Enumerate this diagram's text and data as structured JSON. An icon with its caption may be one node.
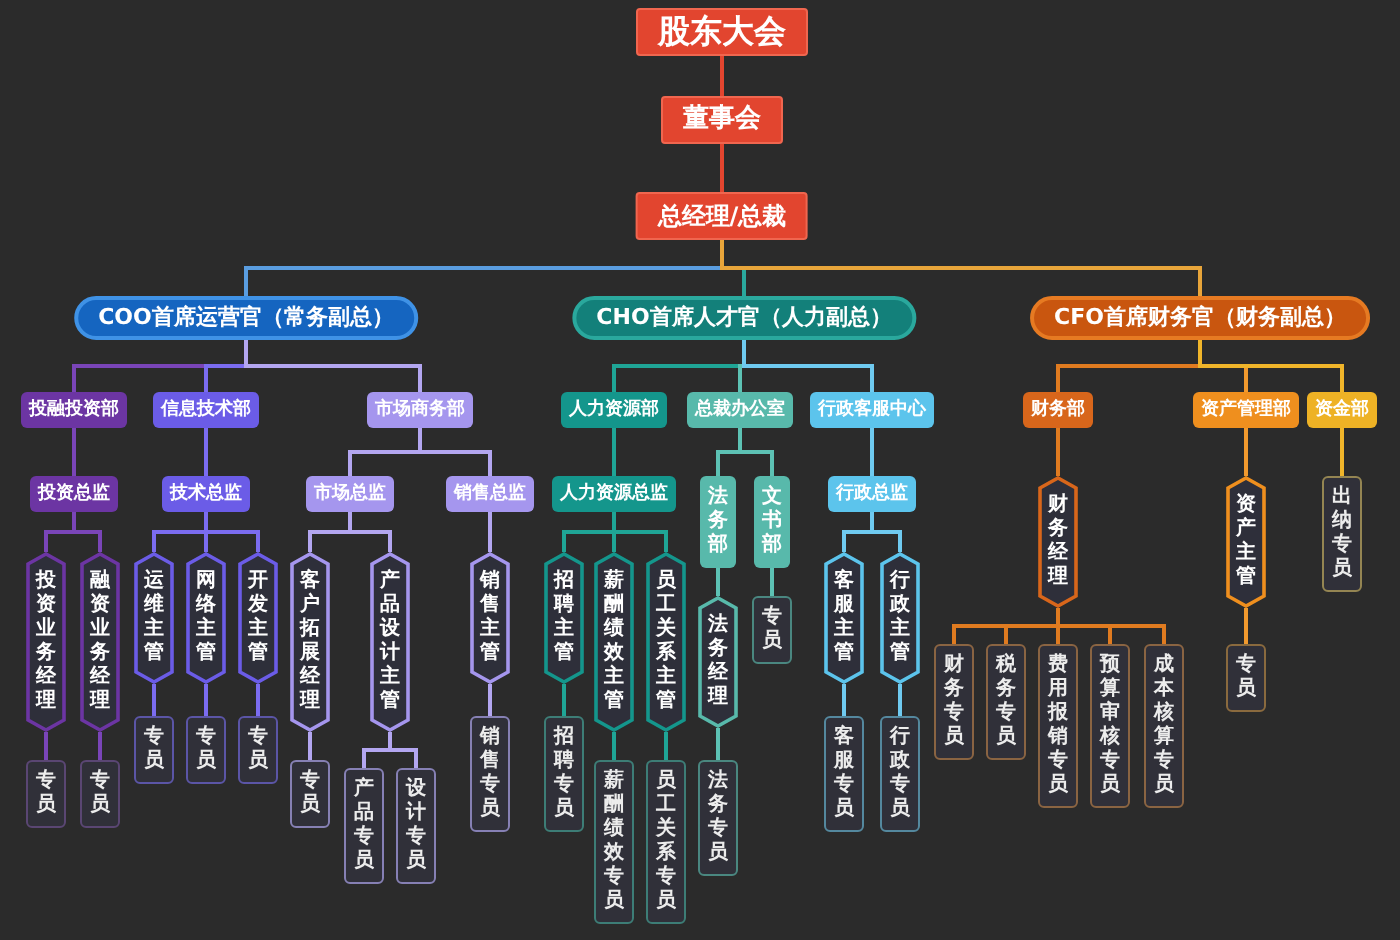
{
  "diagram": {
    "nodes": [
      {
        "text": [
          "股东大会"
        ]
      },
      {
        "text": [
          "董事会"
        ]
      },
      {
        "text": [
          "总经理/总裁"
        ]
      },
      {
        "text": [
          "COO首席运营官（常务副总）"
        ]
      },
      {
        "text": [
          "CHO首席人才官（人力副总）"
        ]
      },
      {
        "text": [
          "CFO首席财务官（财务副总）"
        ]
      },
      {
        "text": [
          "投融投资部"
        ]
      },
      {
        "text": [
          "信息技术部"
        ]
      },
      {
        "text": [
          "市场商务部"
        ]
      },
      {
        "text": [
          "投资总监"
        ]
      },
      {
        "text": [
          "技术总监"
        ]
      },
      {
        "text": [
          "市场总监"
        ]
      },
      {
        "text": [
          "销售总监"
        ]
      },
      {
        "text": [
          "投资业务经理"
        ]
      },
      {
        "text": [
          "融资业务经理"
        ]
      },
      {
        "text": [
          "运维主管"
        ]
      },
      {
        "text": [
          "网络主管"
        ]
      },
      {
        "text": [
          "开发主管"
        ]
      },
      {
        "text": [
          "客户拓展经理"
        ]
      },
      {
        "text": [
          "产品设计主管"
        ]
      },
      {
        "text": [
          "销售主管"
        ]
      },
      {
        "text": [
          "专员"
        ]
      },
      {
        "text": [
          "专员"
        ]
      },
      {
        "text": [
          "专员"
        ]
      },
      {
        "text": [
          "专员"
        ]
      },
      {
        "text": [
          "专员"
        ]
      },
      {
        "text": [
          "专员"
        ]
      },
      {
        "text": [
          "产品专员"
        ]
      },
      {
        "text": [
          "设计专员"
        ]
      },
      {
        "text": [
          "销售专员"
        ]
      },
      {
        "text": [
          "人力资源部"
        ]
      },
      {
        "text": [
          "总裁办公室"
        ]
      },
      {
        "text": [
          "行政客服中心"
        ]
      },
      {
        "text": [
          "人力资源总监"
        ]
      },
      {
        "text": [
          "法务部"
        ]
      },
      {
        "text": [
          "文书部"
        ]
      },
      {
        "text": [
          "行政总监"
        ]
      },
      {
        "text": [
          "招聘主管"
        ]
      },
      {
        "text": [
          "薪酬绩效主管"
        ]
      },
      {
        "text": [
          "员工关系主管"
        ]
      },
      {
        "text": [
          "法务经理"
        ]
      },
      {
        "text": [
          "专员"
        ]
      },
      {
        "text": [
          "客服主管"
        ]
      },
      {
        "text": [
          "行政主管"
        ]
      },
      {
        "text": [
          "招聘专员"
        ]
      },
      {
        "text": [
          "薪酬绩效专员"
        ]
      },
      {
        "text": [
          "员工关系专员"
        ]
      },
      {
        "text": [
          "法务专员"
        ]
      },
      {
        "text": [
          "客服专员"
        ]
      },
      {
        "text": [
          "行政专员"
        ]
      },
      {
        "text": [
          "财务部"
        ]
      },
      {
        "text": [
          "资产管理部"
        ]
      },
      {
        "text": [
          "资金部"
        ]
      },
      {
        "text": [
          "财务经理"
        ]
      },
      {
        "text": [
          "资产主管"
        ]
      },
      {
        "text": [
          "出纳专员"
        ]
      },
      {
        "text": [
          "财务专员"
        ]
      },
      {
        "text": [
          "税务专员"
        ]
      },
      {
        "text": [
          "费用报销专员"
        ]
      },
      {
        "text": [
          "预算审核专员"
        ]
      },
      {
        "text": [
          "成本核算专员"
        ]
      },
      {
        "text": [
          "专员"
        ]
      }
    ],
    "edges": [
      {
        "from": 0,
        "to": 1,
        "arrow": "none",
        "color": "#e2452f"
      },
      {
        "from": 1,
        "to": 2,
        "arrow": "none",
        "color": "#e2452f"
      },
      {
        "from": 2,
        "to": 3,
        "arrow": "none",
        "color": "#5a9de0"
      },
      {
        "from": 2,
        "to": 4,
        "arrow": "none",
        "color": "#2aa89d"
      },
      {
        "from": 2,
        "to": 5,
        "arrow": "none",
        "color": "#e8a53a"
      },
      {
        "from": 3,
        "to": 6,
        "arrow": "none",
        "color": "#7a45b8"
      },
      {
        "from": 3,
        "to": 7,
        "arrow": "none",
        "color": "#7b6cf0"
      },
      {
        "from": 3,
        "to": 8,
        "arrow": "none",
        "color": "#b3a6f0"
      },
      {
        "from": 6,
        "to": 9,
        "arrow": "none",
        "color": "#7a45b8"
      },
      {
        "from": 7,
        "to": 10,
        "arrow": "none",
        "color": "#7b6cf0"
      },
      {
        "from": 8,
        "to": 11,
        "arrow": "none",
        "color": "#b3a6f0"
      },
      {
        "from": 8,
        "to": 12,
        "arrow": "none",
        "color": "#b3a6f0"
      },
      {
        "from": 9,
        "to": 13,
        "arrow": "none",
        "color": "#7a45b8"
      },
      {
        "from": 9,
        "to": 14,
        "arrow": "none",
        "color": "#7a45b8"
      },
      {
        "from": 10,
        "to": 15,
        "arrow": "none",
        "color": "#7b6cf0"
      },
      {
        "from": 10,
        "to": 16,
        "arrow": "none",
        "color": "#7b6cf0"
      },
      {
        "from": 10,
        "to": 17,
        "arrow": "none",
        "color": "#7b6cf0"
      },
      {
        "from": 11,
        "to": 18,
        "arrow": "none",
        "color": "#b3a6f0"
      },
      {
        "from": 11,
        "to": 19,
        "arrow": "none",
        "color": "#b3a6f0"
      },
      {
        "from": 12,
        "to": 20,
        "arrow": "none",
        "color": "#b3a6f0"
      },
      {
        "from": 13,
        "to": 21,
        "arrow": "none",
        "color": "#7a45b8"
      },
      {
        "from": 14,
        "to": 22,
        "arrow": "none",
        "color": "#7a45b8"
      },
      {
        "from": 15,
        "to": 23,
        "arrow": "none",
        "color": "#7b6cf0"
      },
      {
        "from": 16,
        "to": 24,
        "arrow": "none",
        "color": "#7b6cf0"
      },
      {
        "from": 17,
        "to": 25,
        "arrow": "none",
        "color": "#7b6cf0"
      },
      {
        "from": 18,
        "to": 26,
        "arrow": "none",
        "color": "#b3a6f0"
      },
      {
        "from": 19,
        "to": 27,
        "arrow": "none",
        "color": "#b3a6f0"
      },
      {
        "from": 19,
        "to": 28,
        "arrow": "none",
        "color": "#b3a6f0"
      },
      {
        "from": 20,
        "to": 29,
        "arrow": "none",
        "color": "#b3a6f0"
      },
      {
        "from": 4,
        "to": 30,
        "arrow": "none",
        "color": "#1fa596"
      },
      {
        "from": 4,
        "to": 31,
        "arrow": "none",
        "color": "#5dc2b4"
      },
      {
        "from": 4,
        "to": 32,
        "arrow": "none",
        "color": "#6fcaf0"
      },
      {
        "from": 30,
        "to": 33,
        "arrow": "none",
        "color": "#1fa596"
      },
      {
        "from": 31,
        "to": 34,
        "arrow": "none",
        "color": "#5dc2b4"
      },
      {
        "from": 31,
        "to": 35,
        "arrow": "none",
        "color": "#5dc2b4"
      },
      {
        "from": 32,
        "to": 36,
        "arrow": "none",
        "color": "#6fcaf0"
      },
      {
        "from": 33,
        "to": 37,
        "arrow": "none",
        "color": "#1fa596"
      },
      {
        "from": 33,
        "to": 38,
        "arrow": "none",
        "color": "#1fa596"
      },
      {
        "from": 33,
        "to": 39,
        "arrow": "none",
        "color": "#1fa596"
      },
      {
        "from": 34,
        "to": 40,
        "arrow": "none",
        "color": "#5dc2b4"
      },
      {
        "from": 35,
        "to": 41,
        "arrow": "none",
        "color": "#5dc2b4"
      },
      {
        "from": 36,
        "to": 42,
        "arrow": "none",
        "color": "#6fcaf0"
      },
      {
        "from": 36,
        "to": 43,
        "arrow": "none",
        "color": "#6fcaf0"
      },
      {
        "from": 37,
        "to": 44,
        "arrow": "none",
        "color": "#1fa596"
      },
      {
        "from": 38,
        "to": 45,
        "arrow": "none",
        "color": "#1fa596"
      },
      {
        "from": 39,
        "to": 46,
        "arrow": "none",
        "color": "#1fa596"
      },
      {
        "from": 40,
        "to": 47,
        "arrow": "none",
        "color": "#5dc2b4"
      },
      {
        "from": 42,
        "to": 48,
        "arrow": "none",
        "color": "#6fcaf0"
      },
      {
        "from": 43,
        "to": 49,
        "arrow": "none",
        "color": "#6fcaf0"
      },
      {
        "from": 5,
        "to": 50,
        "arrow": "none",
        "color": "#e07b20"
      },
      {
        "from": 5,
        "to": 51,
        "arrow": "none",
        "color": "#f29a2e"
      },
      {
        "from": 5,
        "to": 52,
        "arrow": "none",
        "color": "#f0b52a"
      },
      {
        "from": 50,
        "to": 53,
        "arrow": "none",
        "color": "#e07b20"
      },
      {
        "from": 51,
        "to": 54,
        "arrow": "none",
        "color": "#f29a2e"
      },
      {
        "from": 52,
        "to": 55,
        "arrow": "none",
        "color": "#f0b52a"
      },
      {
        "from": 53,
        "to": 56,
        "arrow": "none",
        "color": "#e07b20"
      },
      {
        "from": 53,
        "to": 57,
        "arrow": "none",
        "color": "#e07b20"
      },
      {
        "from": 53,
        "to": 58,
        "arrow": "none",
        "color": "#e07b20"
      },
      {
        "from": 53,
        "to": 59,
        "arrow": "none",
        "color": "#e07b20"
      },
      {
        "from": 53,
        "to": 60,
        "arrow": "none",
        "color": "#e07b20"
      },
      {
        "from": 54,
        "to": 61,
        "arrow": "none",
        "color": "#f29a2e"
      }
    ]
  }
}
